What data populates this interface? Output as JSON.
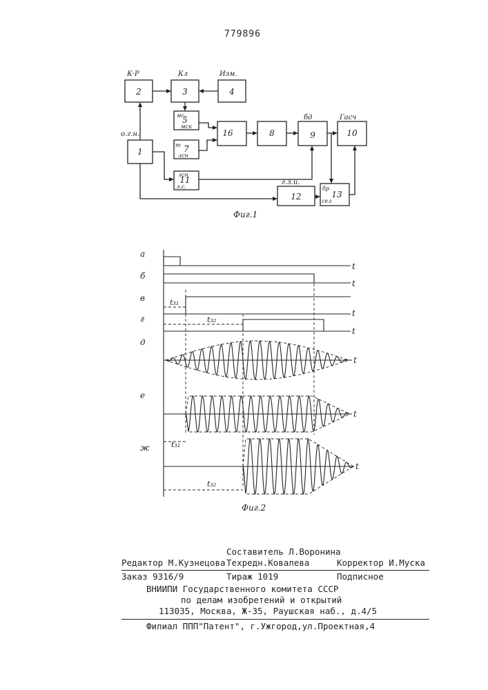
{
  "patent_number": "779896",
  "fig1": {
    "caption": "Фиг.1",
    "blocks": [
      {
        "id": "1",
        "tag": "о.г.н."
      },
      {
        "id": "2",
        "tag": "К·Р"
      },
      {
        "id": "3",
        "tag": "Кл"
      },
      {
        "id": "4",
        "tag": "Изм."
      },
      {
        "id": "5",
        "tag_top": "мс",
        "tag_bottom": "мск"
      },
      {
        "id": "16",
        "tag": ""
      },
      {
        "id": "7",
        "tag_top": "m",
        "tag_bottom": "лсн"
      },
      {
        "id": "8",
        "tag": ""
      },
      {
        "id": "9",
        "tag": "бд"
      },
      {
        "id": "10",
        "tag": "Гасч"
      },
      {
        "id": "11",
        "tag_top": "лсн",
        "tag_bottom": "э.с."
      },
      {
        "id": "12",
        "tag": "г.з.и."
      },
      {
        "id": "13",
        "tag": "бр",
        "tag_bottom": "сел"
      }
    ]
  },
  "fig2": {
    "caption": "Фиг.2",
    "rows": [
      {
        "label": "а",
        "axis": "t"
      },
      {
        "label": "б",
        "axis": "t"
      },
      {
        "label": "в",
        "axis": "t"
      },
      {
        "label": "г",
        "axis": "t"
      },
      {
        "label": "д",
        "axis": "t"
      },
      {
        "label": "е",
        "axis": "t"
      },
      {
        "label": "ж",
        "axis": "t"
      }
    ],
    "delay_labels": {
      "t31": "t₃₁",
      "t32": "t₃₂"
    }
  },
  "colophon": {
    "compiler": "Составитель Л.Воронина",
    "editor": "Редактор М.Кузнецова",
    "techred": "Техредн.Ковалева",
    "corrector": "Корректор И.Муска",
    "order": "Заказ 9316/9",
    "circulation": "Тираж 1019",
    "subscription": "Подписное",
    "org1": "ВНИИПИ Государственного комитета СССР",
    "org2": "по делам изобретений и открытий",
    "address": "113035, Москва, Ж-35, Раушская наб., д.4/5",
    "branch": "Филиал ППП\"Патент\", г.Ужгород,ул.Проектная,4"
  }
}
